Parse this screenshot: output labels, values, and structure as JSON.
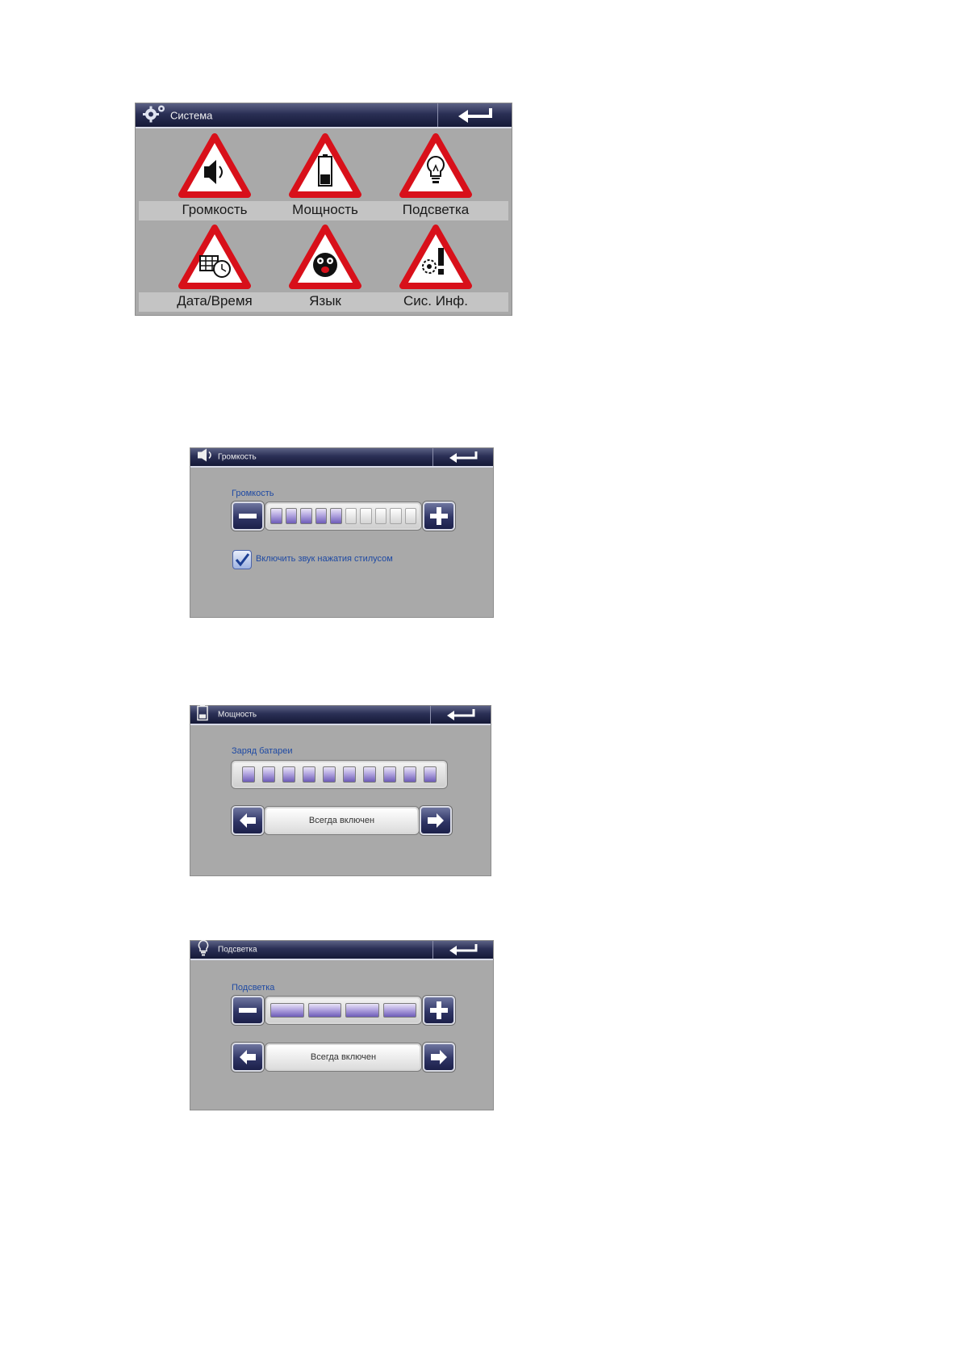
{
  "menu": {
    "title": "Система",
    "tiles": [
      {
        "label": "Громкость",
        "icon": "speaker-icon"
      },
      {
        "label": "Мощность",
        "icon": "battery-icon"
      },
      {
        "label": "Подсветка",
        "icon": "lightbulb-icon"
      },
      {
        "label": "Дата/Время",
        "icon": "calendar-clock-icon"
      },
      {
        "label": "Язык",
        "icon": "smiley-icon"
      },
      {
        "label": "Сис. Инф.",
        "icon": "gear-exclamation-icon"
      }
    ]
  },
  "volume": {
    "title": "Громкость",
    "caption": "Громкость",
    "level": 5,
    "max": 10,
    "stylus_sound_label": "Включить звук нажатия стилусом",
    "stylus_sound_checked": true
  },
  "power": {
    "title": "Мощность",
    "caption": "Заряд батареи",
    "battery_level": 10,
    "battery_max": 10,
    "mode_value": "Всегда включен"
  },
  "backlight": {
    "title": "Подсветка",
    "caption": "Подсветка",
    "level": 4,
    "max": 4,
    "mode_value": "Всегда включен"
  },
  "colors": {
    "titlebar": "#2a2f55",
    "panel": "#a9a9a9",
    "accent_text": "#1f4aa3",
    "warning_red": "#d8101a"
  }
}
